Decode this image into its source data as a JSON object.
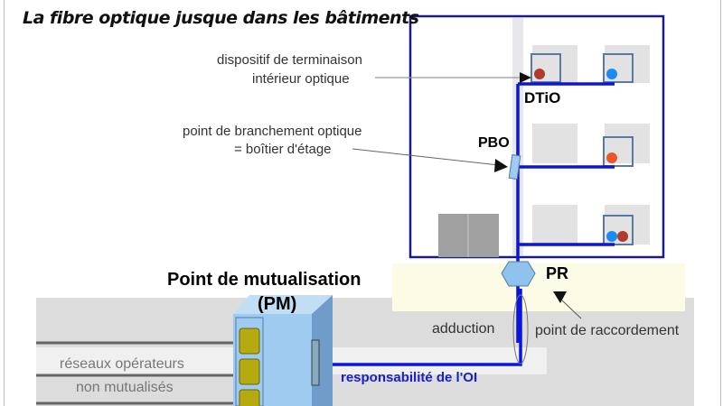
{
  "title": "La fibre optique jusque dans les bâtiments",
  "labels": {
    "dtio_desc_1": "dispositif de terminaison",
    "dtio_desc_2": "intérieur optique",
    "pbo_desc_1": "point de branchement optique",
    "pbo_desc_2": "= boîtier d'étage",
    "dtio": "DTiO",
    "pbo": "PBO",
    "pr": "PR",
    "pm_1": "Point de mutualisation",
    "pm_2": "(PM)",
    "adduction": "adduction",
    "pr_desc": "point de raccordement",
    "operators_1": "réseaux opérateurs",
    "operators_2": "non mutualisés",
    "oi_responsibility": "responsabilité de l'OI"
  },
  "colors": {
    "fiber": "#0a14e0",
    "building_outline": "#1a1a8c",
    "pm_box": "#9fcbf0",
    "slot": "#b5aa10",
    "dot_red": "#b03a2e",
    "dot_blue": "#1a8cf0",
    "dot_orange": "#e8582a"
  }
}
